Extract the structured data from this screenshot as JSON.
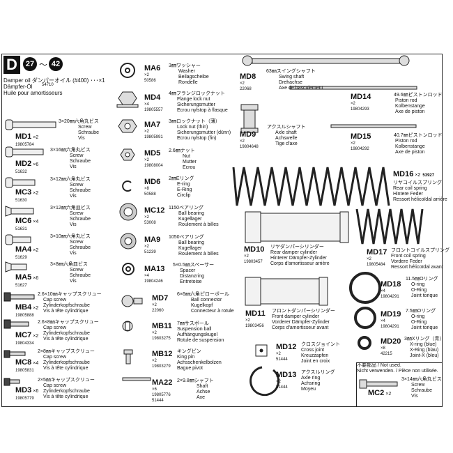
{
  "section": {
    "letter": "D",
    "steps": [
      "27",
      "42"
    ],
    "range_sep": "〜"
  },
  "oil": {
    "title_jp": "ダンパーオイル (#400) ･･･×1",
    "code": "54710",
    "lines": [
      "Dämpfer-Öl",
      "Huile pour amortisseurs"
    ],
    "prefix_en": "Damper oil"
  },
  "parts": [
    {
      "id": "MD1",
      "qty": "×2",
      "num": "19805784",
      "jp": "3×20㎜六角丸ビス",
      "tr": [
        "Screw",
        "Schraube",
        "Vis"
      ]
    },
    {
      "id": "MD2",
      "qty": "×6",
      "num": "51632",
      "jp": "3×16㎜六角丸ビス",
      "tr": [
        "Screw",
        "Schraube",
        "Vis"
      ]
    },
    {
      "id": "MC3",
      "qty": "×2",
      "num": "51630",
      "jp": "3×12㎜六角丸ビス",
      "tr": [
        "Screw",
        "Schraube",
        "Vis"
      ]
    },
    {
      "id": "MC6",
      "qty": "×4",
      "num": "51631",
      "jp": "3×12㎜六角皿ビス",
      "tr": [
        "Screw",
        "Schraube",
        "Vis"
      ]
    },
    {
      "id": "MA4",
      "qty": "×2",
      "num": "51629",
      "jp": "3×10㎜六角丸ビス",
      "tr": [
        "Screw",
        "Schraube",
        "Vis"
      ]
    },
    {
      "id": "MA5",
      "qty": "×6",
      "num": "51627",
      "jp": "3×8㎜六角皿ビス",
      "tr": [
        "Screw",
        "Schraube",
        "Vis"
      ]
    },
    {
      "id": "MB4",
      "qty": "×2",
      "num": "19805888",
      "jp": "2.6×10㎜キャップスクリュー",
      "tr": [
        "Cap screw",
        "Zylinderkopfschraube",
        "Vis à tête cylindrique"
      ]
    },
    {
      "id": "MC7",
      "qty": "×2",
      "num": "19804334",
      "jp": "2.6×8㎜キャップスクリュー",
      "tr": [
        "Cap screw",
        "Zylinderkopfschraube",
        "Vis à tête cylindrique"
      ]
    },
    {
      "id": "MC8",
      "qty": "×4",
      "num": "19805831",
      "jp": "2×8㎜キャップスクリュー",
      "tr": [
        "Cap screw",
        "Zylinderkopfschraube",
        "Vis à tête cylindrique"
      ]
    },
    {
      "id": "MD3",
      "qty": "×6",
      "num": "19805779",
      "jp": "2×5㎜キャップスクリュー",
      "tr": [
        "Cap screw",
        "Zylinderkopfschraube",
        "Vis à tête cylindrique"
      ]
    },
    {
      "id": "MA6",
      "qty": "×2",
      "num": "50586",
      "jp": "3㎜ワッシャー",
      "tr": [
        "Washer",
        "Beilagscheibe",
        "Rondelle"
      ]
    },
    {
      "id": "MD4",
      "qty": "×4",
      "num": "19805557",
      "jp": "4㎜フランジロックナット",
      "tr": [
        "Flange lock nut",
        "Sicherungsmutter",
        "Ecrou nylstop à flasque"
      ]
    },
    {
      "id": "MA7",
      "qty": "×2",
      "num": "19805991",
      "jp": "3㎜ロックナット（薄）",
      "tr": [
        "Lock nut (thin)",
        "Sicherungsmutter (dünn)",
        "Ecrou nylstop (fin)"
      ]
    },
    {
      "id": "MD5",
      "qty": "×2",
      "num": "19808004",
      "jp": "2.6㎜ナット",
      "tr": [
        "Nut",
        "Mutter",
        "Ecrou"
      ]
    },
    {
      "id": "MD6",
      "qty": "×8",
      "num": "50588",
      "jp": "2㎜Eリング",
      "tr": [
        "E-ring",
        "E-Ring",
        "Circlip"
      ]
    },
    {
      "id": "MC12",
      "qty": "×2",
      "num": "53008",
      "jp": "1150ベアリング",
      "tr": [
        "Ball bearing",
        "Kugellager",
        "Roulement à billes"
      ]
    },
    {
      "id": "MA9",
      "qty": "×2",
      "num": "51239",
      "jp": "1050ベアリング",
      "tr": [
        "Ball bearing",
        "Kugellager",
        "Roulement à billes"
      ]
    },
    {
      "id": "MA13",
      "qty": "×4",
      "num": "19804246",
      "jp": "5×0.5㎜スペーサー",
      "tr": [
        "Spacer",
        "Distanzring",
        "Entretoise"
      ]
    },
    {
      "id": "MD7",
      "qty": "×2",
      "num": "22060",
      "jp": "6×6㎜六角ピローボール",
      "tr": [
        "Ball connector",
        "Kugelkopf",
        "Connecteur à rotule"
      ]
    },
    {
      "id": "MB11",
      "qty": "×2",
      "num": "19803275",
      "jp": "7㎜サスボール",
      "tr": [
        "Suspension ball",
        "Aufhängungskugel",
        "Rotule de suspension"
      ]
    },
    {
      "id": "MB12",
      "qty": "×2",
      "num": "19803279",
      "jp": "キングピン",
      "tr": [
        "King pin",
        "Achsschenkelbolzen",
        "Bague pivot"
      ]
    },
    {
      "id": "MA22",
      "qty": "×6",
      "num": "19805776 51444",
      "jp": "2×9.8㎜シャフト",
      "tr": [
        "Shaft",
        "Achse",
        "Axe"
      ]
    },
    {
      "id": "MD8",
      "qty": "×2",
      "num": "22068",
      "jp": "63㎜スイングシャフト",
      "tr": [
        "Swing shaft",
        "Drehachse",
        "Axe de basculement"
      ]
    },
    {
      "id": "MD14",
      "qty": "×2",
      "num": "19804293",
      "jp": "49.6㎜ピストンロッド",
      "tr": [
        "Piston rod",
        "Kolbenstange",
        "Axe de piston"
      ]
    },
    {
      "id": "MD9",
      "qty": "×2",
      "num": "19804648",
      "jp": "アクスルシャフト",
      "tr": [
        "Axle shaft",
        "Achswelle",
        "Tige d'axe"
      ]
    },
    {
      "id": "MD15",
      "qty": "×2",
      "num": "19804292",
      "jp": "40.7㎜ピストンロッド",
      "tr": [
        "Piston rod",
        "Kolbenstange",
        "Axe de piston"
      ]
    },
    {
      "id": "MD16",
      "qty": "×2",
      "num": "53927",
      "jp": "リヤコイルスプリング",
      "tr": [
        "Rear coil spring",
        "Hintere Feder",
        "Ressort hélicoïdal arrière"
      ]
    },
    {
      "id": "MD10",
      "qty": "×2",
      "num": "19803457",
      "jp": "リヤダンパーシリンダー",
      "tr": [
        "Rear damper cylinder",
        "Hinterer Dämpfer-Zylinder",
        "Corps d'amortisseur arrière"
      ]
    },
    {
      "id": "MD17",
      "qty": "×2",
      "num": "19805484",
      "jp": "フロントコイルスプリング",
      "tr": [
        "Front coil spring",
        "Vordere Feder",
        "Ressort hélicoïdal avant"
      ]
    },
    {
      "id": "MD11",
      "qty": "×2",
      "num": "19803456",
      "jp": "フロントダンパーシリンダー",
      "tr": [
        "Front damper cylinder",
        "Vorderer Dämpfer-Zylinder",
        "Corps d'amortisseur avant"
      ]
    },
    {
      "id": "MD18",
      "qty": "×4",
      "num": "19804291",
      "jp": "11.5㎜Oリング",
      "tr": [
        "O-ring",
        "O-Ring",
        "Joint torique"
      ]
    },
    {
      "id": "MD19",
      "qty": "×4",
      "num": "19804291",
      "jp": "7.5㎜Oリング",
      "tr": [
        "O-ring",
        "O-Ring",
        "Joint torique"
      ]
    },
    {
      "id": "MD20",
      "qty": "×8",
      "num": "42215",
      "jp": "3㎜Xリング（青）",
      "tr": [
        "X-ring (blue)",
        "X-Ring (blau)",
        "Joint-X (bleu)"
      ]
    },
    {
      "id": "MD12",
      "qty": "×2",
      "num": "51444",
      "jp": "クロスジョイント",
      "tr": [
        "Cross joint",
        "Kreuzzapfen",
        "Joint en croix"
      ]
    },
    {
      "id": "MD13",
      "qty": "×2",
      "num": "51444",
      "jp": "アクスルリング",
      "tr": [
        "Axle ring",
        "Achsring",
        "Moyeu"
      ]
    },
    {
      "id": "MC2",
      "qty": "×2",
      "num": "",
      "jp": "3×14㎜六角丸ビス",
      "tr": [
        "Screw",
        "Schraube",
        "Vis"
      ]
    }
  ],
  "not_used": {
    "lines": [
      "不要部品 / Not used.",
      "Nicht verwenden. / Pièce non utilisée."
    ]
  }
}
